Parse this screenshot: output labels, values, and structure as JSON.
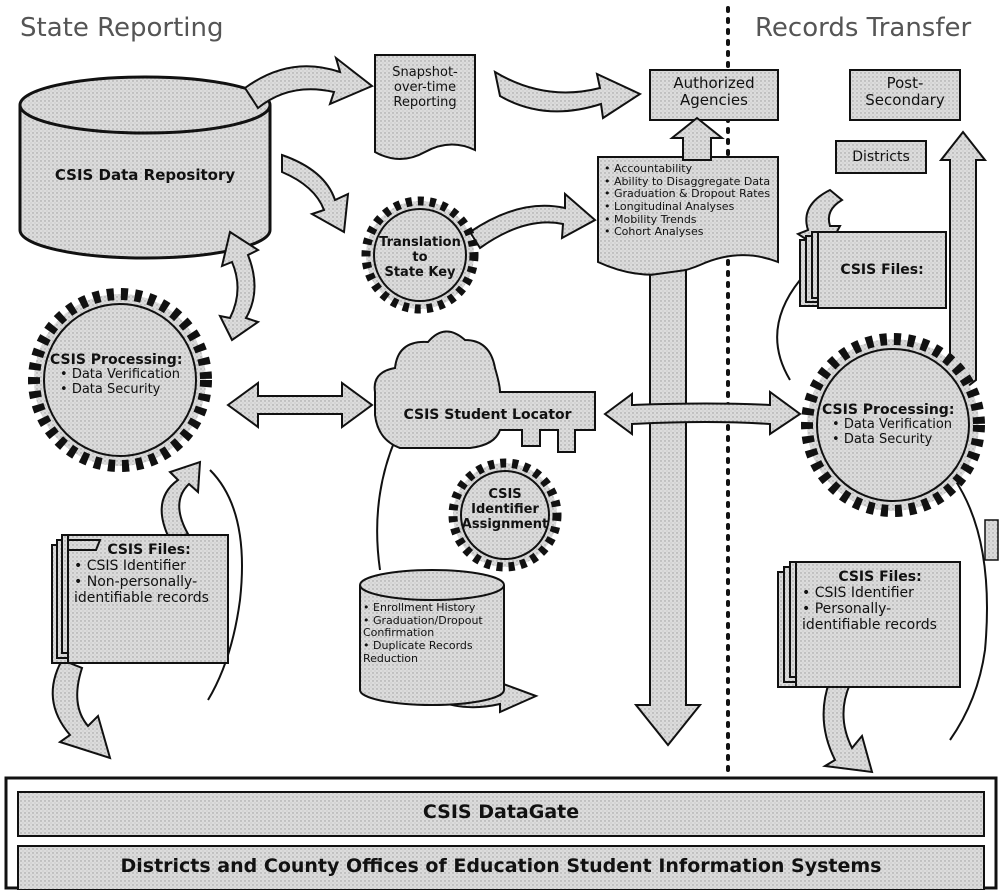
{
  "sections": {
    "left": "State Reporting",
    "right": "Records Transfer"
  },
  "repository": {
    "label": "CSIS Data Repository"
  },
  "snapshot": {
    "lines": [
      "Snapshot-",
      "over-time",
      "Reporting"
    ]
  },
  "authorized": {
    "lines": [
      "Authorized",
      "Agencies"
    ]
  },
  "post_secondary": {
    "lines": [
      "Post-",
      "Secondary"
    ]
  },
  "districts": {
    "label": "Districts"
  },
  "uses": {
    "items": [
      "Accountability",
      "Ability to Disaggregate Data",
      "Graduation & Dropout Rates",
      "Longitudinal Analyses",
      "Mobility Trends",
      "Cohort Analyses"
    ]
  },
  "translation": {
    "lines": [
      "Translation",
      "to",
      "State Key"
    ]
  },
  "processing_left": {
    "title": "CSIS Processing:",
    "items": [
      "Data Verification",
      "Data Security"
    ]
  },
  "processing_right": {
    "title": "CSIS Processing:",
    "items": [
      "Data Verification",
      "Data Security"
    ]
  },
  "locator": {
    "label": "CSIS Student Locator"
  },
  "assignment": {
    "lines": [
      "CSIS",
      "Identifier",
      "Assignment"
    ]
  },
  "locator_db": {
    "items": [
      "Enrollment History",
      "Graduation/Dropout Confirmation",
      "Duplicate Records Reduction"
    ]
  },
  "files_left": {
    "title": "CSIS Files:",
    "items": [
      "CSIS Identifier",
      "Non-personally-identifiable records"
    ]
  },
  "files_right_top": {
    "title": "CSIS Files:"
  },
  "files_right": {
    "title": "CSIS Files:",
    "items": [
      "CSIS Identifier",
      "Personally-identifiable records"
    ]
  },
  "datagate": {
    "label": "CSIS DataGate",
    "sublabel": "Districts and County Offices of Education Student Information Systems"
  },
  "colors": {
    "fill": "#d6d6d6",
    "stroke": "#111111",
    "section_text": "#555555"
  }
}
